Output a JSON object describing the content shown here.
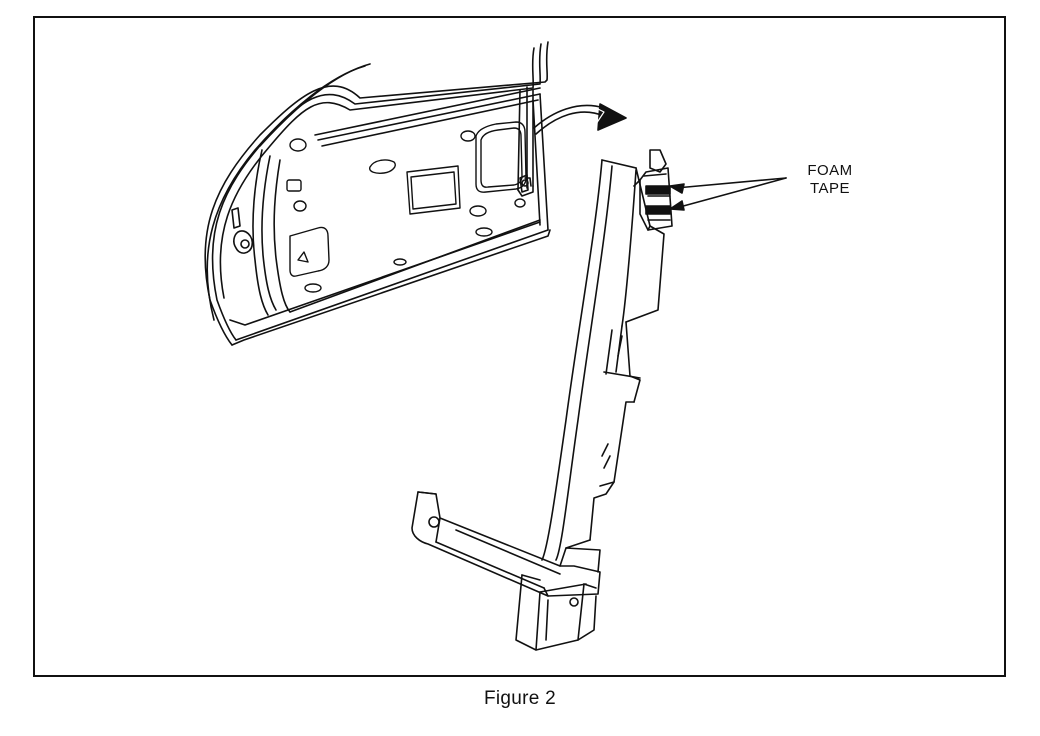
{
  "figure": {
    "callout_line1": "FOAM",
    "callout_line2": "TAPE",
    "caption": "Figure 2"
  }
}
